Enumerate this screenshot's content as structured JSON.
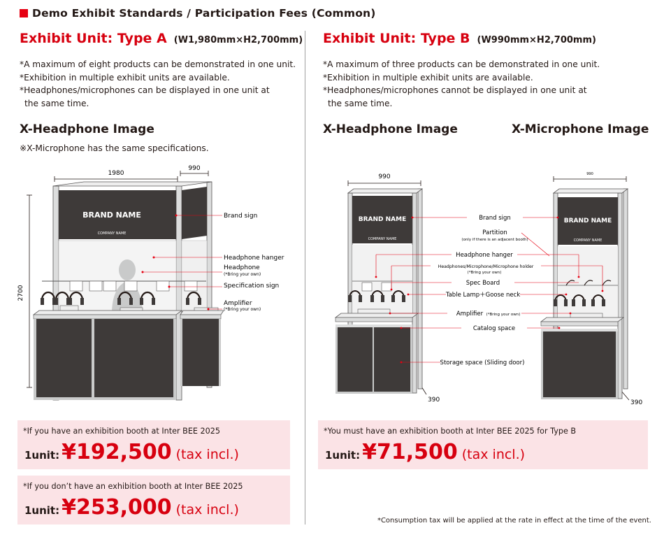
{
  "header": {
    "title": "Demo Exhibit Standards / Participation Fees (Common)"
  },
  "type_a": {
    "title": "Exhibit Unit: Type A",
    "dims": "(W1,980mm×H2,700mm)",
    "notes": [
      "*A maximum of eight products can be demonstrated in one unit.",
      "*Exhibition in multiple exhibit units are available.",
      "*Headphones/microphones can be displayed in one unit at",
      "the same time."
    ],
    "image_title": "X-Headphone Image",
    "image_note": "※X-Microphone has the same specifications.",
    "diagram": {
      "dim_width": "1980",
      "dim_side": "990",
      "dim_height": "2700",
      "brand_name": "BRAND NAME",
      "company_name": "COMPANY NAME",
      "labels": {
        "brand_sign": "Brand sign",
        "headphone_hanger": "Headphone hanger",
        "headphone": "Headphone",
        "bring_own_1": "(*Bring your own)",
        "spec_sign": "Specification sign",
        "amplifier": "Amplifier",
        "bring_own_2": "(*Bring your own)"
      }
    },
    "fees": [
      {
        "condition": "*If you have an exhibition booth at Inter BEE 2025",
        "unit": "1unit:",
        "amount": "¥192,500",
        "tax": "(tax incl.)"
      },
      {
        "condition": "*If you don’t have an exhibition booth at Inter BEE 2025",
        "unit": "1unit:",
        "amount": "¥253,000",
        "tax": "(tax incl.)"
      }
    ]
  },
  "type_b": {
    "title": "Exhibit Unit: Type B",
    "dims": "(W990mm×H2,700mm)",
    "notes": [
      "*A maximum of three products can be demonstrated in one unit.",
      "*Exhibition in multiple exhibit units are available.",
      "*Headphones/microphones cannot be displayed in one unit at",
      "the same time."
    ],
    "image_title_left": "X-Headphone Image",
    "image_title_right": "X-Microphone Image",
    "diagram": {
      "dim_width_left": "990",
      "dim_width_right": "990",
      "dim_depth_left": "390",
      "dim_depth_right": "390",
      "brand_name": "BRAND NAME",
      "company_name": "COMPANY NAME",
      "labels": {
        "brand_sign": "Brand sign",
        "partition": "Partition",
        "partition_note": "(only if there is an adjacent booth)",
        "headphone_hanger": "Headphone hanger",
        "holder": "Headphones/Microphone/Microphone holder",
        "bring_own_1": "(*Bring your own)",
        "spec_board": "Spec Board",
        "table_lamp": "Table Lamp＋Goose neck",
        "amplifier": "Amplifier",
        "bring_own_2": "(*Bring your own)",
        "catalog_space": "Catalog space",
        "storage_space": "Storage space (Sliding door)"
      }
    },
    "fees": [
      {
        "condition": "*You must have an exhibition booth at Inter BEE 2025 for Type B",
        "unit": "1unit:",
        "amount": "¥71,500",
        "tax": "(tax incl.)"
      }
    ]
  },
  "footnote": "*Consumption tax will be applied at the rate in effect at the time of the event.",
  "colors": {
    "accent": "#d7000f",
    "fee_bg": "#fbe3e6",
    "panel": "#3e3a39",
    "frame": "#c9caca"
  }
}
